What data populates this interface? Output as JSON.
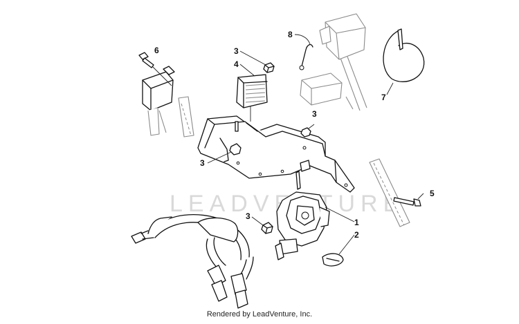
{
  "watermark": "LEADVENTURE",
  "credit": "Rendered by LeadVenture, Inc.",
  "callouts": {
    "c1": "1",
    "c2": "2",
    "c3a": "3",
    "c3b": "3",
    "c3c": "3",
    "c3d": "3",
    "c4": "4",
    "c5": "5",
    "c6": "6",
    "c7": "7",
    "c8": "8"
  }
}
